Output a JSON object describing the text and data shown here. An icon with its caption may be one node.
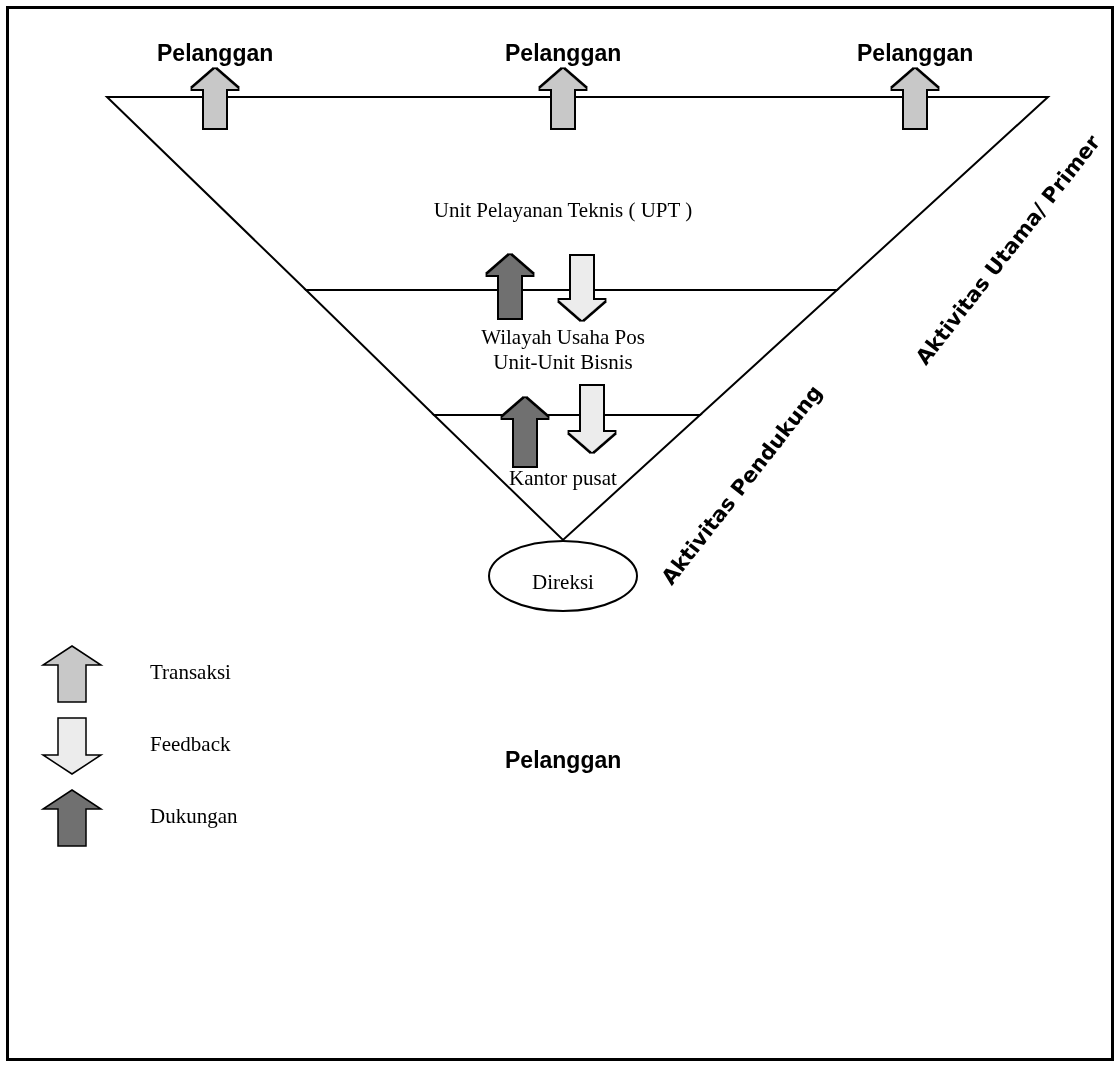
{
  "diagram": {
    "nodes": [
      {
        "text": [
          "Pelanggan"
        ]
      },
      {
        "text": [
          "Pelanggan"
        ]
      },
      {
        "text": [
          "Pelanggan"
        ]
      },
      {
        "text": [
          "Unit Pelayanan Teknis ( UPT )"
        ]
      },
      {
        "text": [
          "Wilayah Usaha Pos Unit-Unit Bisnis"
        ]
      },
      {
        "text": [
          "Kantor pusat"
        ]
      },
      {
        "text": [
          "Direksi"
        ]
      }
    ],
    "edges": [
      {
        "from": 3,
        "to": 0,
        "arrow": "to",
        "color": "#c8c8c8"
      },
      {
        "from": 3,
        "to": 1,
        "arrow": "to",
        "color": "#c8c8c8"
      },
      {
        "from": 3,
        "to": 2,
        "arrow": "to",
        "color": "#c8c8c8"
      },
      {
        "from": 4,
        "to": 3,
        "arrow": "to",
        "color": "#707070"
      },
      {
        "from": 3,
        "to": 4,
        "arrow": "to",
        "color": "#ececec"
      },
      {
        "from": 5,
        "to": 4,
        "arrow": "to",
        "color": "#707070"
      },
      {
        "from": 4,
        "to": 5,
        "arrow": "to",
        "color": "#ececec"
      }
    ],
    "labels": [
      "Aktivitas Utama/ Primer",
      "Aktivitas Pendukung",
      "Pelanggan"
    ],
    "legend": [
      {
        "text": "Transaksi"
      },
      {
        "text": "Feedback"
      },
      {
        "text": "Dukungan"
      }
    ]
  }
}
